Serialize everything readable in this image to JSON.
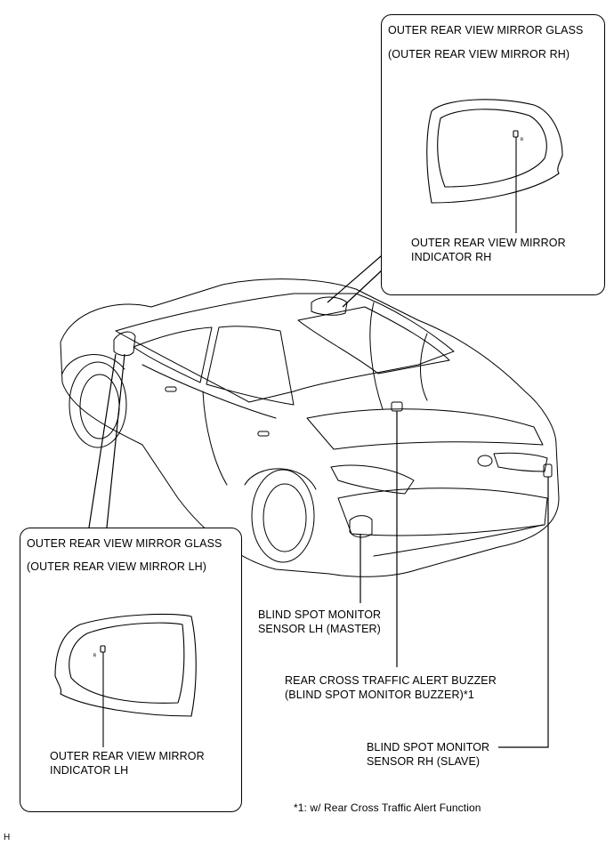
{
  "callouts": {
    "rh_glass": {
      "line1": "OUTER REAR VIEW MIRROR GLASS",
      "line2": "(OUTER REAR VIEW MIRROR RH)"
    },
    "rh_indicator": {
      "line1": "OUTER REAR VIEW MIRROR",
      "line2": "INDICATOR RH"
    },
    "lh_glass": {
      "line1": "OUTER REAR VIEW MIRROR GLASS",
      "line2": "(OUTER REAR VIEW MIRROR LH)"
    },
    "lh_indicator": {
      "line1": "OUTER REAR VIEW MIRROR",
      "line2": "INDICATOR LH"
    },
    "bsm_lh": {
      "line1": "BLIND SPOT MONITOR",
      "line2": "SENSOR LH (MASTER)"
    },
    "buzzer": {
      "line1": "REAR CROSS TRAFFIC ALERT BUZZER",
      "line2": "(BLIND SPOT MONITOR BUZZER)*1"
    },
    "bsm_rh": {
      "line1": "BLIND SPOT MONITOR",
      "line2": "SENSOR RH (SLAVE)"
    }
  },
  "footnote": "*1: w/ Rear Cross Traffic Alert Function",
  "corner_mark": "H"
}
